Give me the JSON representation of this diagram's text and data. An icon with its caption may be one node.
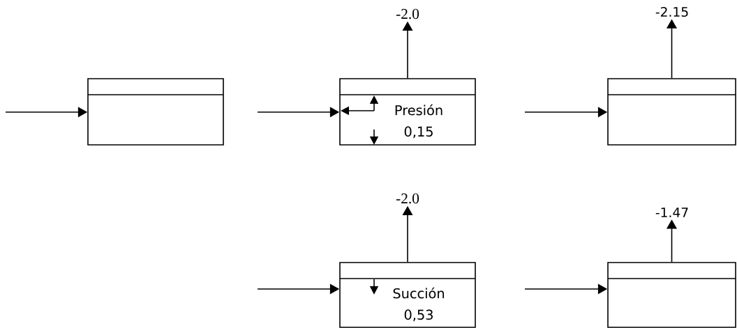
{
  "diagram": {
    "nodes": [
      {
        "text": [],
        "shape": "box"
      },
      {
        "text": [
          "Presión 0,15"
        ]
      },
      {
        "text": [
          "-2.0"
        ]
      },
      {
        "text": [],
        "shape": "box"
      },
      {
        "text": [
          "-2.15"
        ]
      },
      {
        "text": [
          "Succión 0,53"
        ]
      },
      {
        "text": [
          "-2.0"
        ]
      },
      {
        "text": [],
        "shape": "box"
      },
      {
        "text": [
          "-1.47"
        ]
      }
    ],
    "edges": [
      {
        "from": null,
        "to": 0,
        "arrow": "to"
      },
      {
        "from": null,
        "to": 1,
        "arrow": "to"
      },
      {
        "from": null,
        "to": 3,
        "arrow": "to"
      },
      {
        "from": null,
        "to": 5,
        "arrow": "to"
      },
      {
        "from": null,
        "to": 7,
        "arrow": "to"
      },
      {
        "from": 1,
        "to": 2,
        "arrow": "to"
      },
      {
        "from": 3,
        "to": 4,
        "arrow": "to"
      },
      {
        "from": 5,
        "to": 6,
        "arrow": "to"
      },
      {
        "from": 7,
        "to": 8,
        "arrow": "to"
      }
    ]
  }
}
